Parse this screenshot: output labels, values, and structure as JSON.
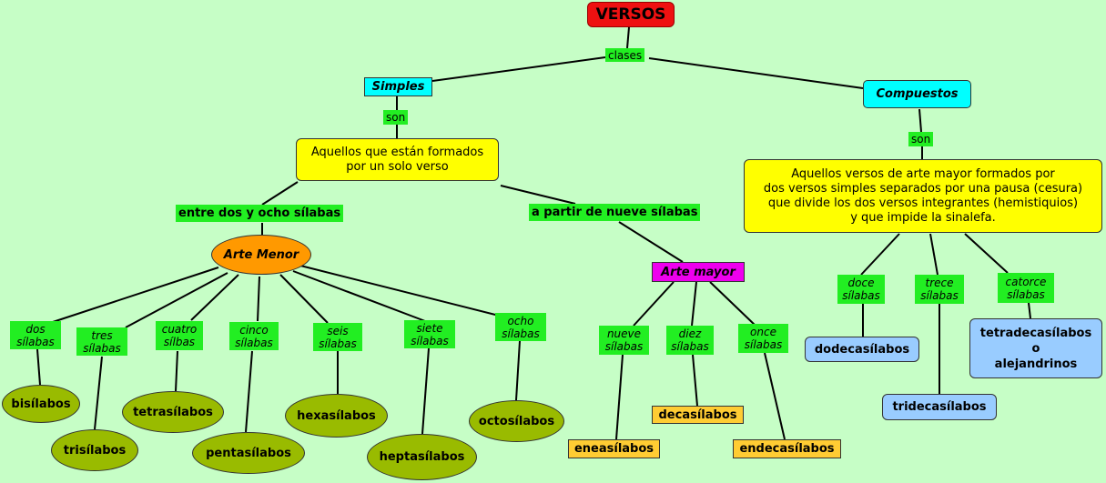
{
  "title": "VERSOS",
  "links": {
    "clases": "clases",
    "son_simples": "son",
    "son_compuestos": "son",
    "entre": "entre dos y ocho sílabas",
    "partir": "a partir de nueve sílabas",
    "dos": "dos\nsílabas",
    "tres": "tres\nsílabas",
    "cuatro": "cuatro\nsílbas",
    "cinco": "cinco\nsílabas",
    "seis": "seis\nsílabas",
    "siete": "siete\nsílabas",
    "ocho": "ocho\nsílabas",
    "nueve": "nueve\nsílabas",
    "diez": "diez\nsílabas",
    "once": "once\nsílabas",
    "doce": "doce\nsílabas",
    "trece": "trece\nsílabas",
    "catorce": "catorce\nsílabas"
  },
  "concepts": {
    "simples": "Simples",
    "compuestos": "Compuestos",
    "simples_def": "Aquellos que están formados\npor un solo verso",
    "compuestos_def": "Aquellos versos de arte mayor formados por\ndos versos simples separados por una pausa (cesura)\nque divide los dos versos integrantes (hemistiquios)\ny que impide la sinalefa.",
    "arte_menor": "Arte Menor",
    "arte_mayor": "Arte mayor",
    "bisilabos": "bisílabos",
    "trisilabos": "trisílabos",
    "tetrasilabos": "tetrasílabos",
    "pentasilabos": "pentasílabos",
    "hexasilabos": "hexasílabos",
    "heptasilabos": "heptasílabos",
    "octosilabos": "octosílabos",
    "eneasilabos": "eneasílabos",
    "decasilabos": "decasílabos",
    "endecasilabos": "endecasílabos",
    "dodecasilabos": "dodecasílabos",
    "tridecasilabos": "tridecasílabos",
    "tetradecasilabos": "tetradecasílabos\no\nalejandrinos"
  }
}
